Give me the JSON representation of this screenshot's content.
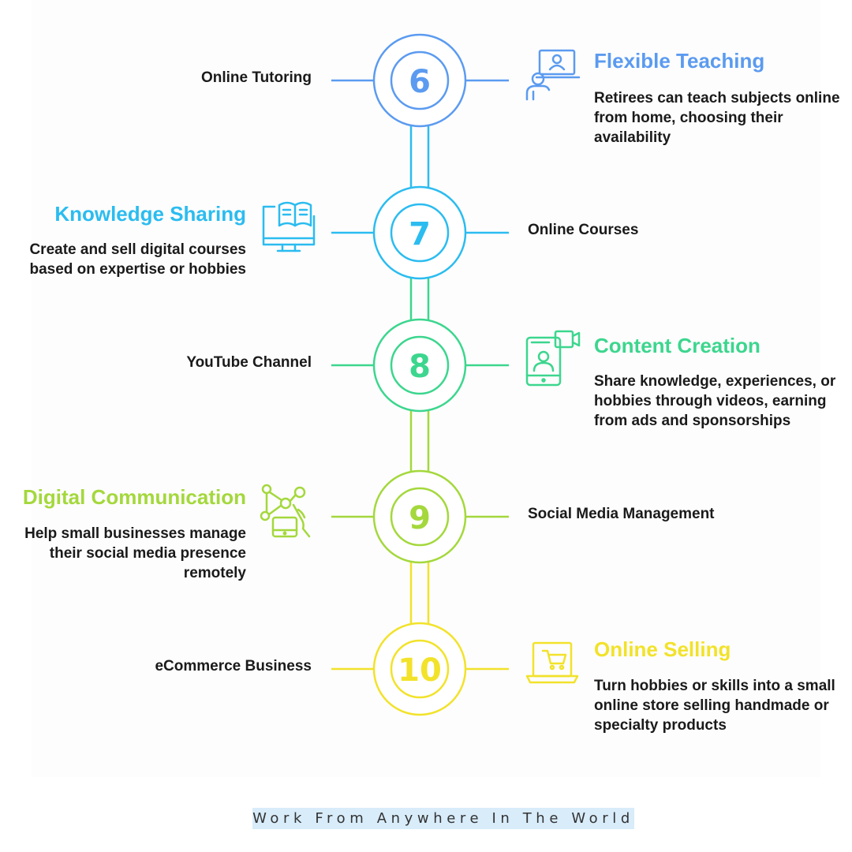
{
  "steps": [
    {
      "number": "6",
      "label": "Online Tutoring",
      "title": "Flexible Teaching",
      "description": "Retirees can teach subjects online from home, choosing their availability",
      "color": "#5b9bf0",
      "icon": "teacher-laptop-icon"
    },
    {
      "number": "7",
      "label": "Online Courses",
      "title": "Knowledge Sharing",
      "description": "Create and sell digital courses based on expertise or hobbies",
      "color": "#2bbcf0",
      "icon": "book-monitor-icon"
    },
    {
      "number": "8",
      "label": "YouTube Channel",
      "title": "Content Creation",
      "description": "Share knowledge, experiences, or hobbies through videos, earning from ads and sponsorships",
      "color": "#3cd68e",
      "icon": "video-phone-icon"
    },
    {
      "number": "9",
      "label": "Social Media Management",
      "title": "Digital Communication",
      "description": "Help small businesses manage their social media presence remotely",
      "color": "#a4d83c",
      "icon": "social-network-hand-icon"
    },
    {
      "number": "10",
      "label": "eCommerce Business",
      "title": "Online Selling",
      "description": "Turn hobbies or skills into a small online store selling handmade or specialty products",
      "color": "#f2e22a",
      "icon": "cart-laptop-icon"
    }
  ],
  "footer": {
    "text": "Work From Anywhere In The World"
  }
}
